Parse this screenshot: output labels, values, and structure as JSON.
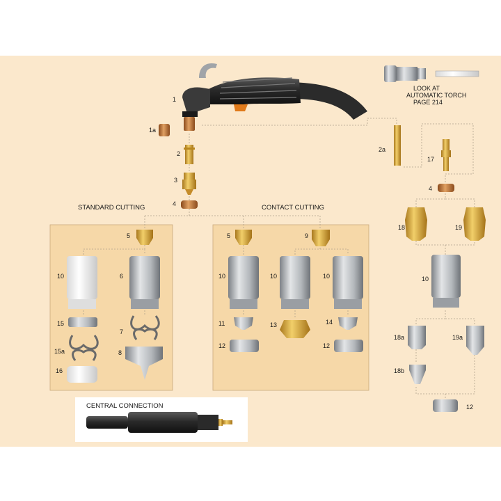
{
  "sections": {
    "standard": "STANDARD CUTTING",
    "contact": "CONTACT CUTTING",
    "central": "CENTRAL CONNECTION"
  },
  "note": {
    "line1": "LOOK AT",
    "line2": "AUTOMATIC TORCH",
    "line3": "PAGE 214"
  },
  "labels": {
    "p1": "1",
    "p1a": "1a",
    "p2": "2",
    "p2a": "2a",
    "p3": "3",
    "p4": "4",
    "p4b": "4",
    "p5a": "5",
    "p5b": "5",
    "p6": "6",
    "p7": "7",
    "p8": "8",
    "p9": "9",
    "p10a": "10",
    "p10b": "10",
    "p10c": "10",
    "p10d": "10",
    "p10e": "10",
    "p11": "11",
    "p12a": "12",
    "p12b": "12",
    "p12c": "12",
    "p13": "13",
    "p14": "14",
    "p15": "15",
    "p15a": "15a",
    "p16": "16",
    "p17": "17",
    "p18": "18",
    "p18a": "18a",
    "p18b": "18b",
    "p19": "19",
    "p19a": "19a"
  },
  "colors": {
    "background": "#fbe8cc",
    "panel": "#f6d8a8",
    "brass": "#d9a93a",
    "copper": "#c07a3a",
    "steel": "#a9adb2"
  }
}
